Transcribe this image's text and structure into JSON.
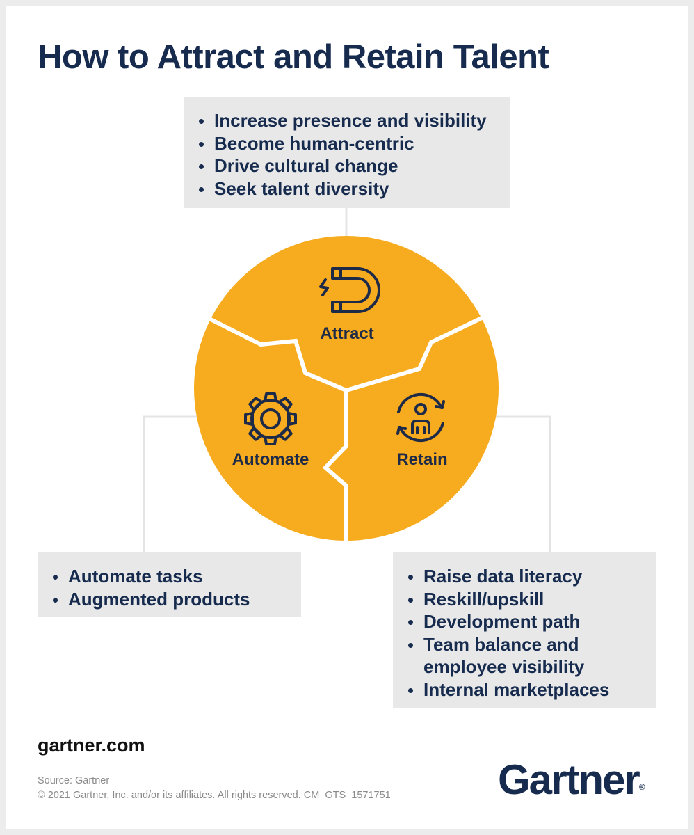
{
  "title": "How to Attract and Retain Talent",
  "segments": {
    "attract": {
      "label": "Attract",
      "icon": "magnet-icon",
      "items": [
        "Increase presence and visibility",
        "Become human-centric",
        "Drive cultural change",
        "Seek talent diversity"
      ]
    },
    "automate": {
      "label": "Automate",
      "icon": "gear-icon",
      "items": [
        "Automate tasks",
        "Augmented products"
      ]
    },
    "retain": {
      "label": "Retain",
      "icon": "person-cycle-icon",
      "items": [
        "Raise data literacy",
        "Reskill/upskill",
        "Development path",
        "Team balance and employee visibility",
        "Internal marketplaces"
      ]
    }
  },
  "footer": {
    "website": "gartner.com",
    "source": "Source: Gartner",
    "copyright": "© 2021 Gartner, Inc. and/or its affiliates. All rights reserved. CM_GTS_1571751",
    "logo": "Gartner",
    "logo_mark": "®"
  },
  "colors": {
    "circle": "#f7ab1e",
    "navy": "#162b4e",
    "box": "#e8e8e8",
    "connector": "#e4e4e4"
  }
}
